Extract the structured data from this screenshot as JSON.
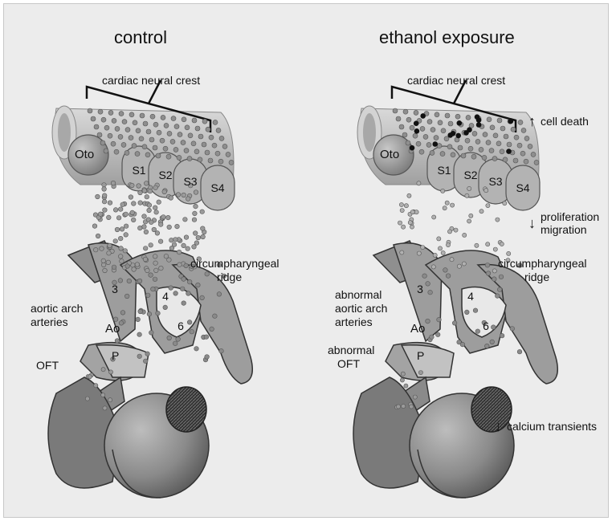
{
  "titles": {
    "control": "control",
    "ethanol": "ethanol exposure"
  },
  "labels": {
    "cardiac_neural_crest": "cardiac neural crest",
    "oto": "Oto",
    "somites": [
      "S1",
      "S2",
      "S3",
      "S4"
    ],
    "circumpharyngeal_ridge": [
      "circumpharyngeal",
      "ridge"
    ],
    "arch_numbers": [
      "3",
      "4",
      "6"
    ],
    "ao": "Ao",
    "p": "P",
    "aortic_arch_arteries": [
      "aortic arch",
      "arteries"
    ],
    "oft": "OFT",
    "abnormal_aortic_arch_arteries": [
      "abnormal",
      "aortic arch",
      "arteries"
    ],
    "abnormal_oft": [
      "abnormal",
      "OFT"
    ]
  },
  "effects": {
    "cell_death": {
      "direction": "up",
      "text": "cell death"
    },
    "proliferation_migration": {
      "direction": "down",
      "text": [
        "proliferation",
        "migration"
      ]
    },
    "calcium_transients": {
      "direction": "down",
      "text": "calcium transients"
    }
  }
}
